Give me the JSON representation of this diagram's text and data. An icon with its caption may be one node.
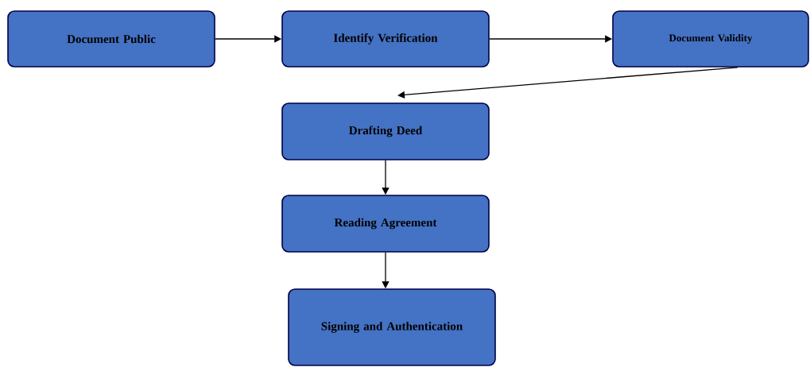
{
  "diagram": {
    "nodes": [
      {
        "text": [
          "Document Public"
        ]
      },
      {
        "text": [
          "Identify Verification"
        ]
      },
      {
        "text": [
          "Document Validity"
        ]
      },
      {
        "text": [
          "Drafting Deed"
        ]
      },
      {
        "text": [
          "Reading Agreement"
        ]
      },
      {
        "text": [
          "Signing and Authentication"
        ]
      }
    ],
    "edges": [
      {
        "from": 0,
        "to": 1,
        "arrow": "to"
      },
      {
        "from": 1,
        "to": 2,
        "arrow": "to"
      },
      {
        "from": 2,
        "to": 3,
        "arrow": "to"
      },
      {
        "from": 3,
        "to": 4,
        "arrow": "to"
      },
      {
        "from": 4,
        "to": 5,
        "arrow": "to"
      }
    ]
  }
}
